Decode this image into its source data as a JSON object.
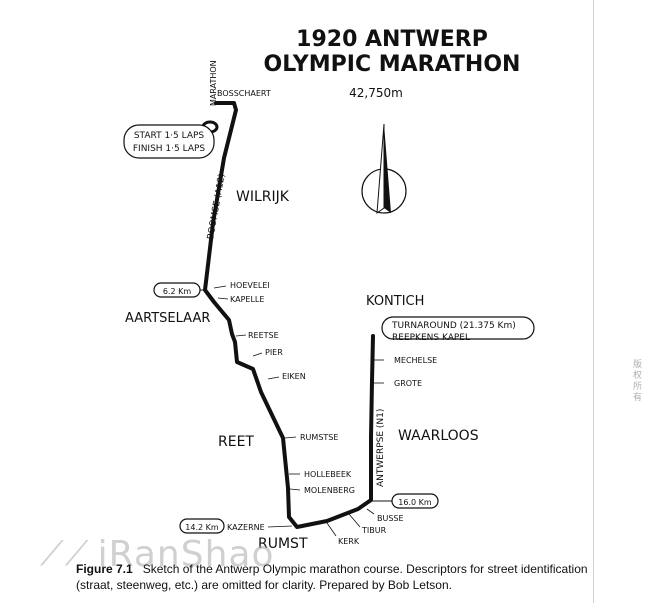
{
  "title": {
    "line1": "1920 ANTWERP",
    "line2": "OLYMPIC MARATHON"
  },
  "distance": "42,750m",
  "labels": {
    "marathon": "MARATHON",
    "bosschaert": "BOSSCHAERT",
    "start": "START 1·5 LAPS",
    "finish": "FINISH 1·5 LAPS",
    "wilrijk": "WILRIJK",
    "boomse": "BOOMSE (A12)",
    "km62": "6.2 Km",
    "hoevelei": "HOEVELEI",
    "kapelle": "KAPELLE",
    "aartselaar": "AARTSELAAR",
    "kontich": "KONTICH",
    "turnaround": "TURNAROUND (21.375 Km)",
    "reepkens": "REEPKENS KAPEL",
    "reetse": "REETSE",
    "pier": "PIER",
    "mechelse": "MECHELSE",
    "eiken": "EIKEN",
    "grote": "GROTE",
    "reet": "REET",
    "rumstse": "RUMSTSE",
    "waarloos": "WAARLOOS",
    "antwerpse": "ANTWERPSE (N1)",
    "hollebeek": "HOLLEBEEK",
    "molenberg": "MOLENBERG",
    "km160": "16.0 Km",
    "busse": "BUSSE",
    "km142": "14.2 Km",
    "kazerne": "KAZERNE",
    "tibur": "TIBUR",
    "kerk": "KERK",
    "rumst": "RUMST"
  },
  "caption": {
    "figure": "Figure 7.1",
    "text": "Sketch of the Antwerp Olympic marathon course. Descriptors for street identification (straat, steenweg, etc.) are omitted for clarity. Prepared by Bob Letson."
  },
  "watermark": "iRanShao",
  "side_note": "版权所有"
}
